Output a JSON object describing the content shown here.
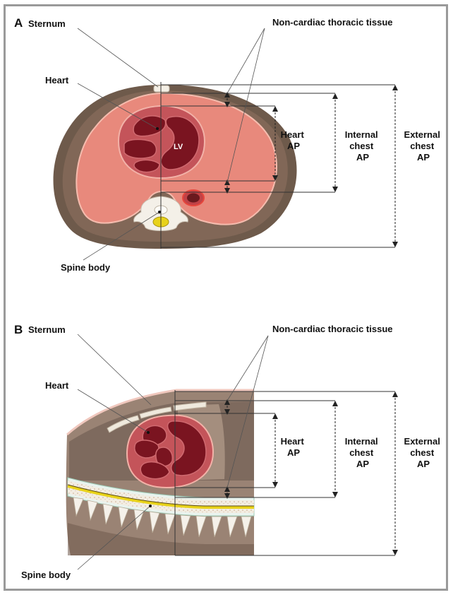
{
  "panels": [
    {
      "letter": "A",
      "sternum": "Sternum",
      "heart": "Heart",
      "lv": "LV",
      "spine_body": "Spine body",
      "non_cardiac": "Non-cardiac thoracic tissue",
      "heart_ap": [
        "Heart",
        "AP"
      ],
      "internal_chest_ap": [
        "Internal",
        "chest",
        "AP"
      ],
      "external_chest_ap": [
        "External",
        "chest",
        "AP"
      ]
    },
    {
      "letter": "B",
      "sternum": "Sternum",
      "heart": "Heart",
      "spine_body": "Spine body",
      "non_cardiac": "Non-cardiac thoracic tissue",
      "heart_ap": [
        "Heart",
        "AP"
      ],
      "internal_chest_ap": [
        "Internal",
        "chest",
        "AP"
      ],
      "external_chest_ap": [
        "External",
        "chest",
        "AP"
      ]
    }
  ],
  "colors": {
    "outer_tissue": "#6f5a4c",
    "thorax_fill": "#e98a7e",
    "heart_outer": "#c4545a",
    "myocardium": "#7a1420",
    "bone": "#f4f0e8",
    "spinal_cord": "#e8d21a",
    "muscle_b": "#9a8374"
  }
}
